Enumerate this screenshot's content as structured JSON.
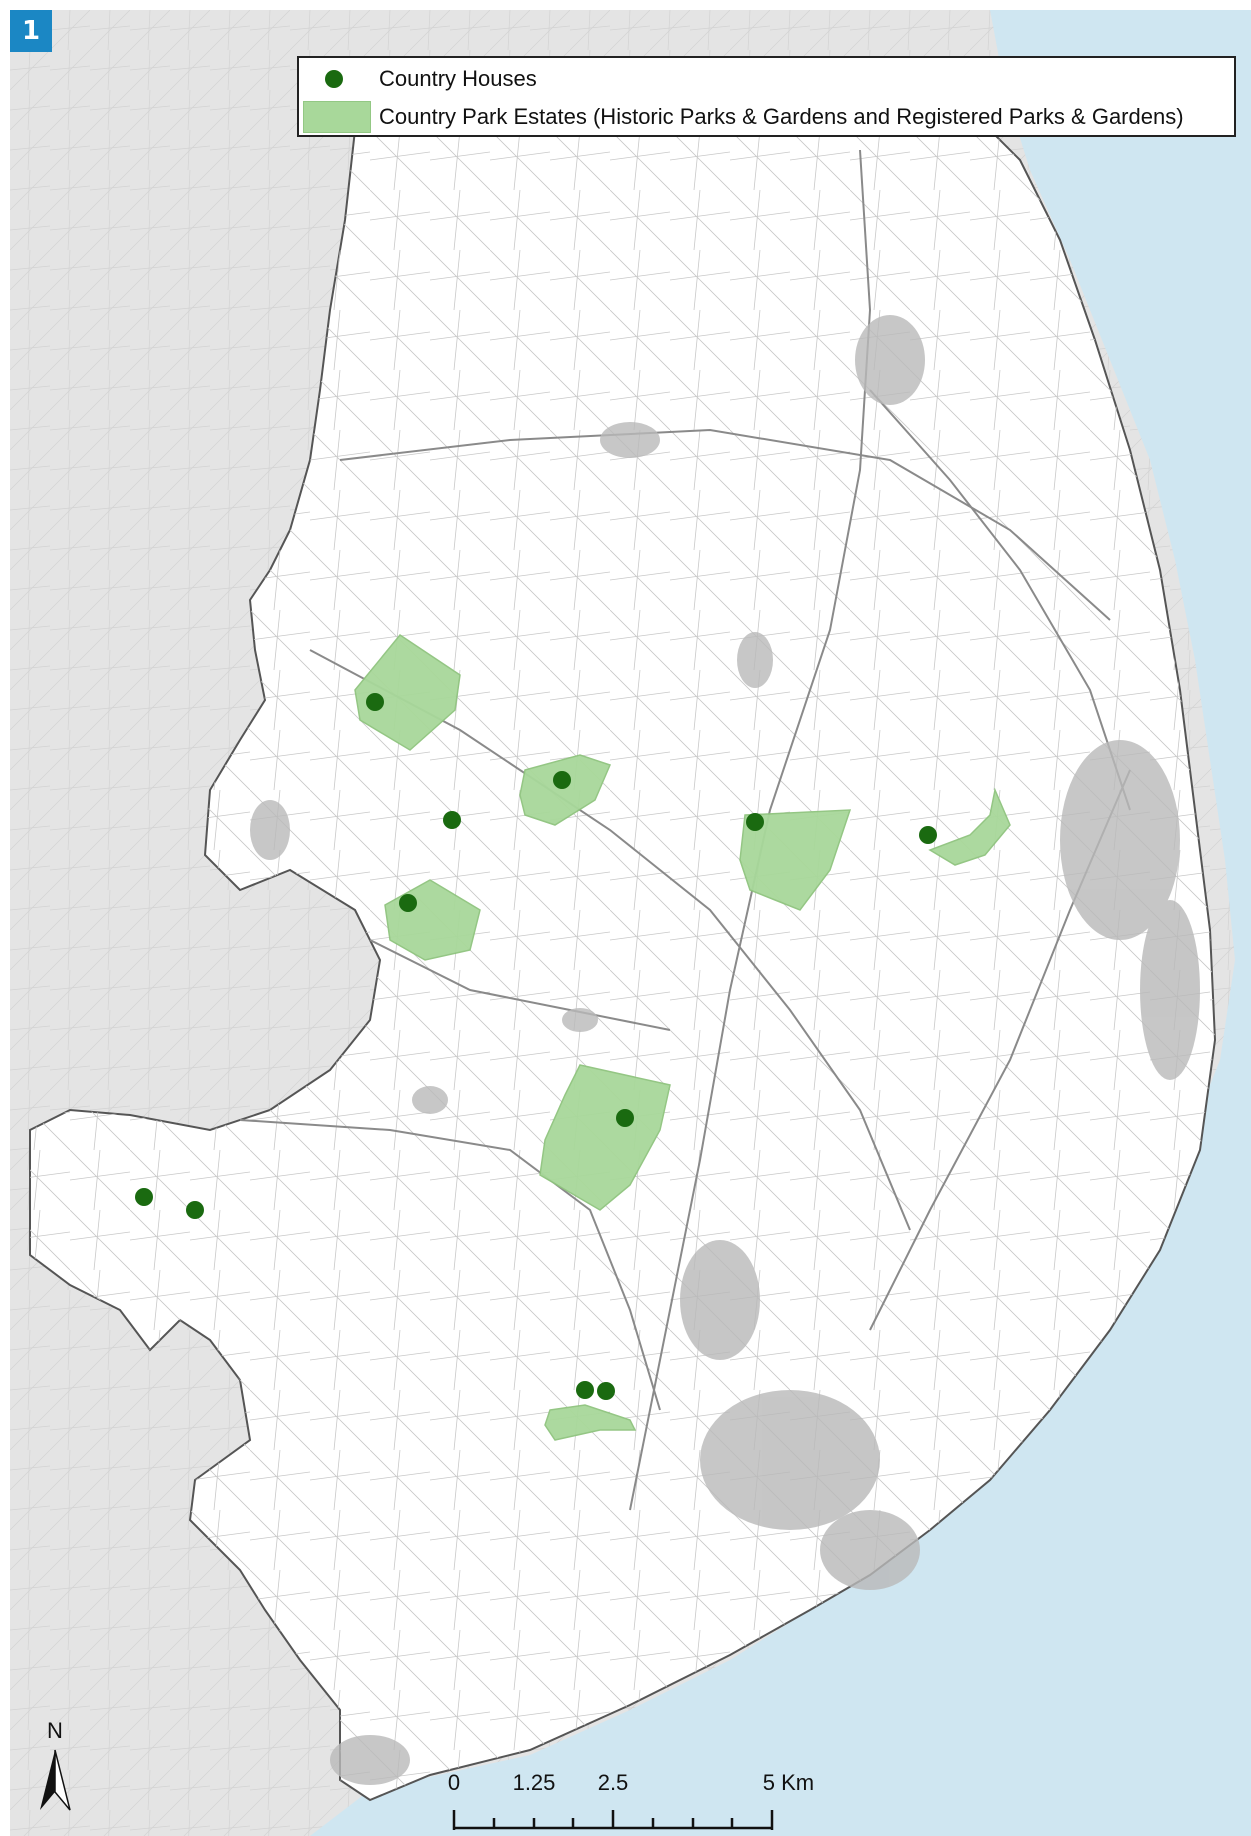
{
  "figure": {
    "number": "1"
  },
  "legend": {
    "items": [
      {
        "label": "Country Houses",
        "symbol": "point",
        "color": "#1a6a10"
      },
      {
        "label": "Country Park Estates (Historic Parks & Gardens and Registered Parks & Gardens)",
        "symbol": "area",
        "color": "#a8d89a"
      }
    ]
  },
  "north_arrow": {
    "label": "N"
  },
  "scale_bar": {
    "ticks": [
      "0",
      "1.25",
      "2.5",
      "5 Km"
    ]
  },
  "colors": {
    "sea": "#cfe6f1",
    "land_outside": "#e6e6e6",
    "district": "#ffffff",
    "park_fill": "#a8d89a",
    "house_dot": "#1a6a10",
    "badge": "#1b87c4"
  }
}
